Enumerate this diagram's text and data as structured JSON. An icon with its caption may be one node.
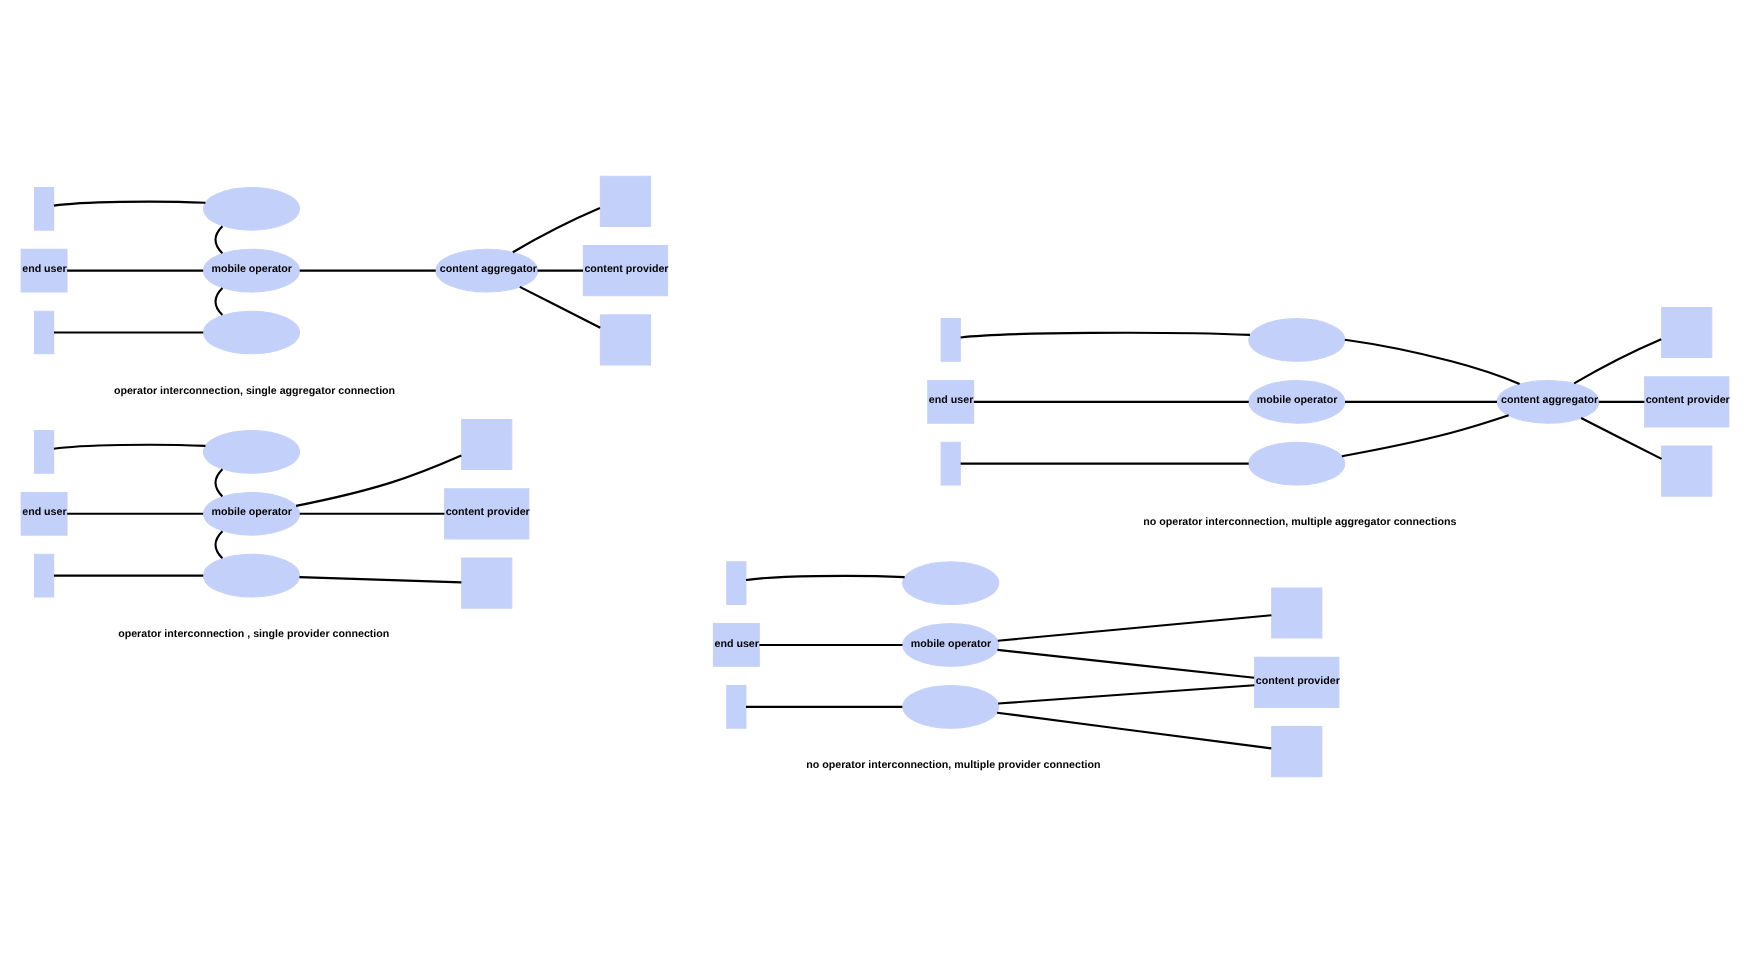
{
  "diagram": {
    "nodes": [
      {
        "text": [],
        "shape": "bar"
      },
      {
        "text": [],
        "shape": "ellipse"
      },
      {
        "text": [],
        "shape": "box"
      },
      {
        "text": [
          "end user"
        ]
      },
      {
        "text": [
          "mobile operator"
        ]
      },
      {
        "text": [
          "content provider"
        ]
      },
      {
        "text": [],
        "shape": "bar"
      },
      {
        "text": [],
        "shape": "ellipse"
      },
      {
        "text": [],
        "shape": "box"
      },
      {
        "text": [],
        "shape": "bar"
      },
      {
        "text": [],
        "shape": "ellipse"
      },
      {
        "text": [],
        "shape": "box"
      },
      {
        "text": [
          "end user"
        ]
      },
      {
        "text": [
          "mobile operator"
        ]
      },
      {
        "text": [
          "content provider"
        ]
      },
      {
        "text": [],
        "shape": "bar"
      },
      {
        "text": [],
        "shape": "ellipse"
      },
      {
        "text": [],
        "shape": "box"
      },
      {
        "text": [],
        "shape": "bar"
      },
      {
        "text": [],
        "shape": "ellipse"
      },
      {
        "text": [],
        "shape": "box"
      },
      {
        "text": [
          "end user"
        ]
      },
      {
        "text": [
          "mobile operator"
        ]
      },
      {
        "text": [
          "content aggregator"
        ]
      },
      {
        "text": [
          "content provider"
        ]
      },
      {
        "text": [],
        "shape": "bar"
      },
      {
        "text": [],
        "shape": "ellipse"
      },
      {
        "text": [],
        "shape": "box"
      },
      {
        "text": [],
        "shape": "bar"
      },
      {
        "text": [],
        "shape": "ellipse"
      },
      {
        "text": [],
        "shape": "box"
      },
      {
        "text": [
          "end user"
        ]
      },
      {
        "text": [
          "mobile operator"
        ]
      },
      {
        "text": [
          "content aggregator"
        ]
      },
      {
        "text": [
          "content provider"
        ]
      },
      {
        "text": [],
        "shape": "bar"
      },
      {
        "text": [],
        "shape": "ellipse"
      },
      {
        "text": [],
        "shape": "box"
      }
    ],
    "edges": [
      {
        "from": 0,
        "to": 1,
        "arrow": "none"
      },
      {
        "from": 1,
        "to": 4,
        "arrow": "none"
      },
      {
        "from": 4,
        "to": 2,
        "arrow": "none"
      },
      {
        "from": 3,
        "to": 4,
        "arrow": "none"
      },
      {
        "from": 4,
        "to": 5,
        "arrow": "none"
      },
      {
        "from": 4,
        "to": 7,
        "arrow": "none"
      },
      {
        "from": 6,
        "to": 7,
        "arrow": "none"
      },
      {
        "from": 7,
        "to": 8,
        "arrow": "none"
      },
      {
        "from": 9,
        "to": 10,
        "arrow": "none"
      },
      {
        "from": 13,
        "to": 11,
        "arrow": "none"
      },
      {
        "from": 12,
        "to": 13,
        "arrow": "none"
      },
      {
        "from": 13,
        "to": 14,
        "arrow": "none"
      },
      {
        "from": 16,
        "to": 14,
        "arrow": "none"
      },
      {
        "from": 15,
        "to": 16,
        "arrow": "none"
      },
      {
        "from": 16,
        "to": 17,
        "arrow": "none"
      },
      {
        "from": 18,
        "to": 19,
        "arrow": "none"
      },
      {
        "from": 19,
        "to": 22,
        "arrow": "none"
      },
      {
        "from": 23,
        "to": 20,
        "arrow": "none"
      },
      {
        "from": 21,
        "to": 22,
        "arrow": "none"
      },
      {
        "from": 22,
        "to": 23,
        "arrow": "none"
      },
      {
        "from": 23,
        "to": 24,
        "arrow": "none"
      },
      {
        "from": 22,
        "to": 26,
        "arrow": "none"
      },
      {
        "from": 25,
        "to": 26,
        "arrow": "none"
      },
      {
        "from": 23,
        "to": 27,
        "arrow": "none"
      },
      {
        "from": 28,
        "to": 29,
        "arrow": "none"
      },
      {
        "from": 29,
        "to": 33,
        "arrow": "none"
      },
      {
        "from": 33,
        "to": 30,
        "arrow": "none"
      },
      {
        "from": 31,
        "to": 32,
        "arrow": "none"
      },
      {
        "from": 32,
        "to": 33,
        "arrow": "none"
      },
      {
        "from": 33,
        "to": 34,
        "arrow": "none"
      },
      {
        "from": 35,
        "to": 36,
        "arrow": "none"
      },
      {
        "from": 36,
        "to": 33,
        "arrow": "none"
      },
      {
        "from": 33,
        "to": 37,
        "arrow": "none"
      }
    ],
    "labels": [
      "operator interconnection , single provider connection",
      "no operator interconnection, multiple provider connection",
      "operator interconnection, single aggregator connection",
      "no operator interconnection, multiple aggregator connections"
    ]
  }
}
